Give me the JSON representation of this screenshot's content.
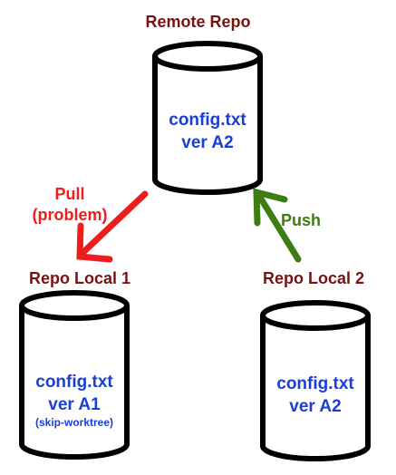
{
  "colors": {
    "repo_title": "#7a1212",
    "file_text": "#1a3fd6",
    "pull_arrow": "#ee1c1c",
    "push_arrow": "#3c7d14",
    "cylinder_stroke": "#000000"
  },
  "remote": {
    "title": "Remote Repo",
    "file": "config.txt",
    "version": "ver A2"
  },
  "local1": {
    "title": "Repo Local 1",
    "file": "config.txt",
    "version": "ver A1",
    "note": "(skip-worktree)"
  },
  "local2": {
    "title": "Repo Local 2",
    "file": "config.txt",
    "version": "ver A2"
  },
  "pull": {
    "label": "Pull",
    "sublabel": "(problem)"
  },
  "push": {
    "label": "Push"
  }
}
